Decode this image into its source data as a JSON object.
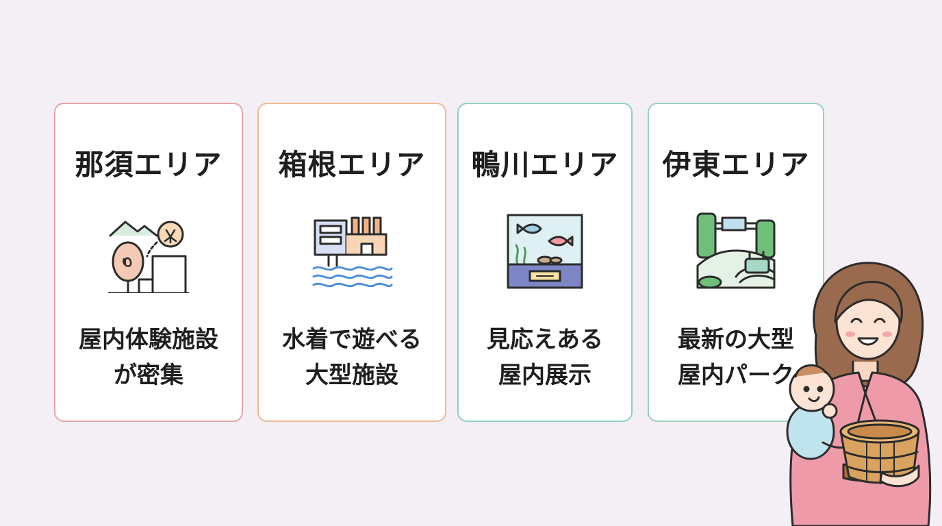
{
  "cards": [
    {
      "title": "那須エリア",
      "desc_line1": "屋内体験施設",
      "desc_line2": "が密集",
      "icon": "outdoor-play-park-icon",
      "border_color": "#e8a4aa"
    },
    {
      "title": "箱根エリア",
      "desc_line1": "水着で遊べる",
      "desc_line2": "大型施設",
      "icon": "water-facility-icon",
      "border_color": "#f2b98f"
    },
    {
      "title": "鴨川エリア",
      "desc_line1": "見応えある",
      "desc_line2": "屋内展示",
      "icon": "aquarium-tank-icon",
      "border_color": "#8fd0c6"
    },
    {
      "title": "伊東エリア",
      "desc_line1": "最新の大型",
      "desc_line2": "屋内パーク",
      "icon": "indoor-park-icon",
      "border_color": "#98cfbf"
    }
  ],
  "illustration": {
    "name": "mother-holding-baby-and-wooden-bucket",
    "kimono_color": "#ef9aa8"
  }
}
